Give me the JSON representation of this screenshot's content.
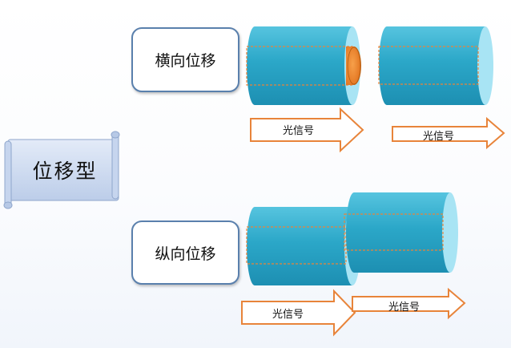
{
  "diagram": {
    "category_label": "位移型",
    "lateral": {
      "label": "横向位移",
      "signal_left": "光信号",
      "signal_right": "光信号"
    },
    "longitudinal": {
      "label": "纵向位移",
      "signal_left": "光信号",
      "signal_right": "光信号"
    }
  },
  "colors": {
    "fiber_body": "#2aa6c6",
    "fiber_end": "#a6e4f4",
    "core_outline": "#e8843a",
    "core_end": "#ee7f22",
    "box_border": "#5a80ad",
    "scroll_fill": "#cfdcf2"
  }
}
